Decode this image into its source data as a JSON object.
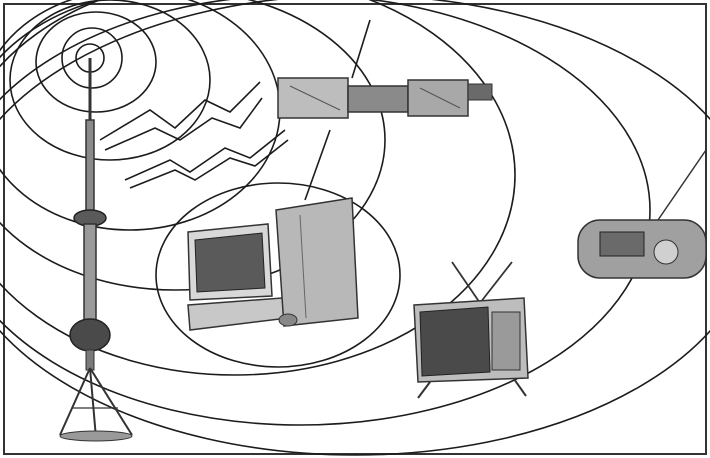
{
  "figure": {
    "description_free": true,
    "objects": [
      {
        "id": "tower",
        "icon": "broadcast-tower-icon"
      },
      {
        "id": "satellite",
        "icon": "satellite-icon"
      },
      {
        "id": "computer",
        "icon": "desktop-computer-icon"
      },
      {
        "id": "television",
        "icon": "television-icon"
      },
      {
        "id": "radio",
        "icon": "boombox-radio-icon"
      }
    ],
    "colors": {
      "line": "#1c1c1c",
      "metal": "#9a9a9a",
      "dark": "#3a3a3a",
      "screen": "#5a5a5a",
      "background": "#ffffff"
    }
  }
}
